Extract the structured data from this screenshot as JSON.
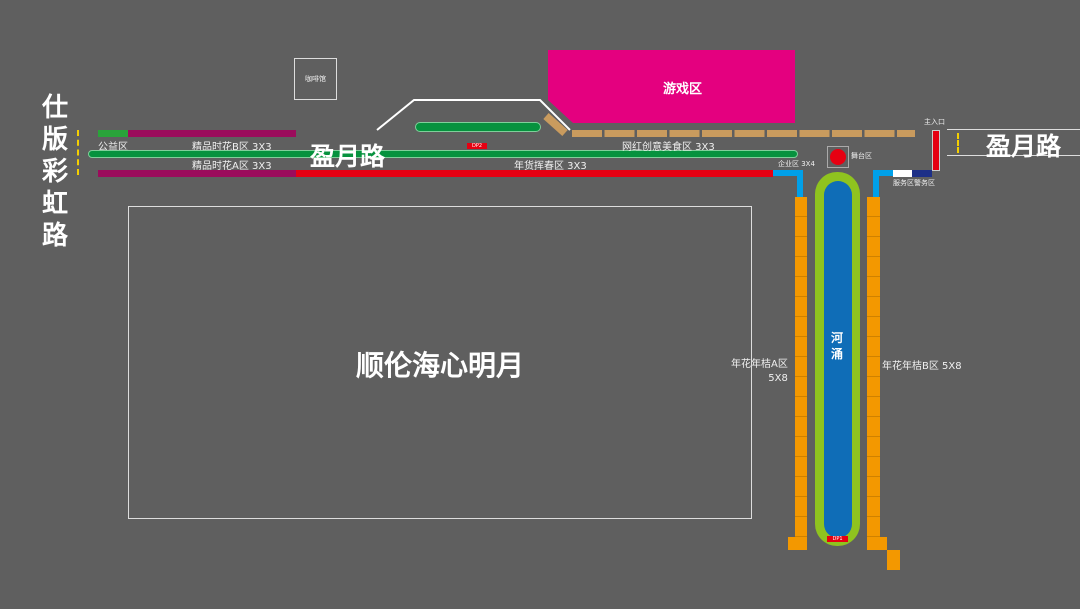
{
  "roads": {
    "left": "仕版彩虹路",
    "top": "盈月路",
    "right": "盈月路"
  },
  "venue": "顺伦海心明月",
  "cafe": "咖啡馆",
  "game_zone": "游戏区",
  "river": "河涌",
  "zones": {
    "public": "公益区",
    "flowers_b": "精品时花B区  3X3",
    "flowers_a": "精品时花A区  3X3",
    "new_year": "年货挥春区 3X3",
    "food": "网红创意美食区 3X3",
    "enterprise": "企业区 3X4",
    "stage": "舞台区",
    "main_entrance": "主入口",
    "service": "服务区",
    "police": "警务区",
    "orange_a_name": "年花年桔A区",
    "orange_a_size": "5X8",
    "orange_b": "年花年桔B区  5X8"
  },
  "markers": {
    "dp1": "DP1",
    "dp2": "DP2"
  },
  "colors": {
    "bg": "#5f5f5f",
    "magenta": "#9b0c5c",
    "red": "#e60012",
    "green": "#06923e",
    "pink": "#e4007f",
    "tan": "#c99b5e",
    "orange": "#f39800",
    "blue": "#0f6db7",
    "lime": "#8fc31f",
    "sky": "#00a0e9",
    "navy": "#1d2f87"
  }
}
